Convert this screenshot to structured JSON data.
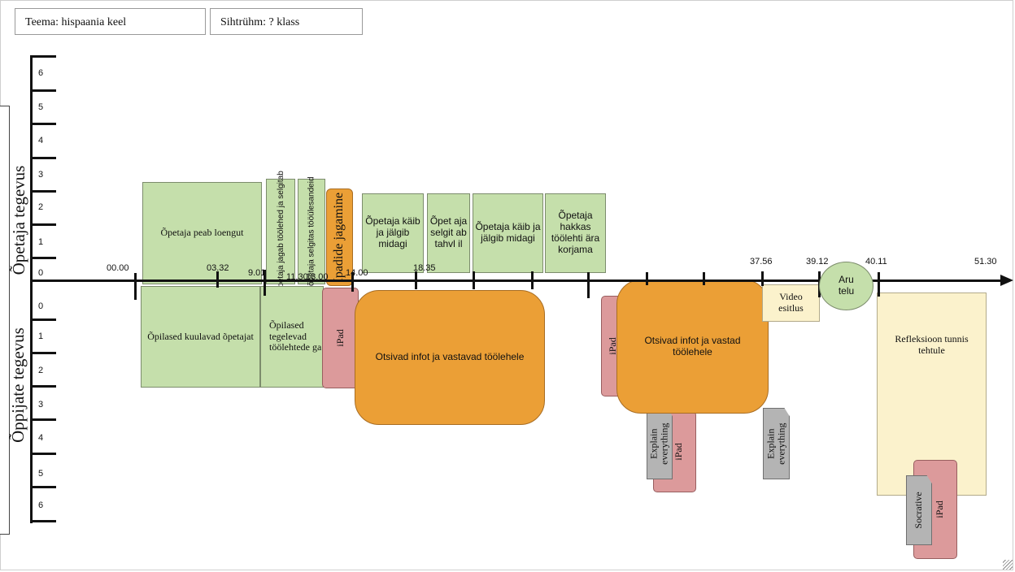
{
  "header": {
    "topic": "Teema: hispaania keel",
    "audience": "Sihtrühm: ? klass"
  },
  "axis": {
    "teacher_label": "Õpetaja tegevus",
    "student_label": "Õppijate tegevus",
    "teacher_levels": [
      "6",
      "5",
      "4",
      "3",
      "2",
      "1",
      "0"
    ],
    "student_levels": [
      "0",
      "1",
      "2",
      "3",
      "4",
      "5",
      "6"
    ]
  },
  "timeline": {
    "labels": [
      "00.00",
      "03.32",
      "9.01",
      "11.30",
      "13.00",
      "14.00",
      "18.35",
      "37.56",
      "39.12",
      "40.11",
      "51.30"
    ]
  },
  "blocks": {
    "t_lecture": "Õpetaja peab loengut",
    "t_share": "õpetaja jagab töölehed ja selgitab",
    "t_explain": "õpetaja selgitas tööülesandeid",
    "t_ipad": "Ipadide jagamine",
    "t_walk1": "Õpetaja käib ja jälgib midagi",
    "t_board": "Õpet aja selgit ab tahvl il",
    "t_walk2": "Õpetaja käib ja jälgib midagi",
    "t_collect": "Õpetaja hakkas töölehti ära korjama",
    "s_listen": "Õpilased kuulavad õpetajat",
    "s_work": "Õpilased tegelevad töölehtede ga",
    "s_ipad1": "iPad",
    "s_search1": "Otsivad infot ja vastavad töölehele",
    "s_ipad2": "iPad",
    "s_search2": "Otsivad infot ja vastad töölehele",
    "s_explain1": "Explain everything",
    "s_ipad3": "iPad",
    "s_explain2": "Explain everything",
    "video": "Video esitlus",
    "discussion": "Aru telu",
    "reflection": "Refleksioon tunnis tehtule",
    "socrative": "Socrative",
    "s_ipad4": "iPad"
  },
  "colors": {
    "teacher_activity": "#c5dfab",
    "student_activity": "#c5dfab",
    "ipad_activity": "#eb9f36",
    "device": "#dc9a9b",
    "app": "#b4b4b4",
    "presentation": "#fbf2cc"
  }
}
